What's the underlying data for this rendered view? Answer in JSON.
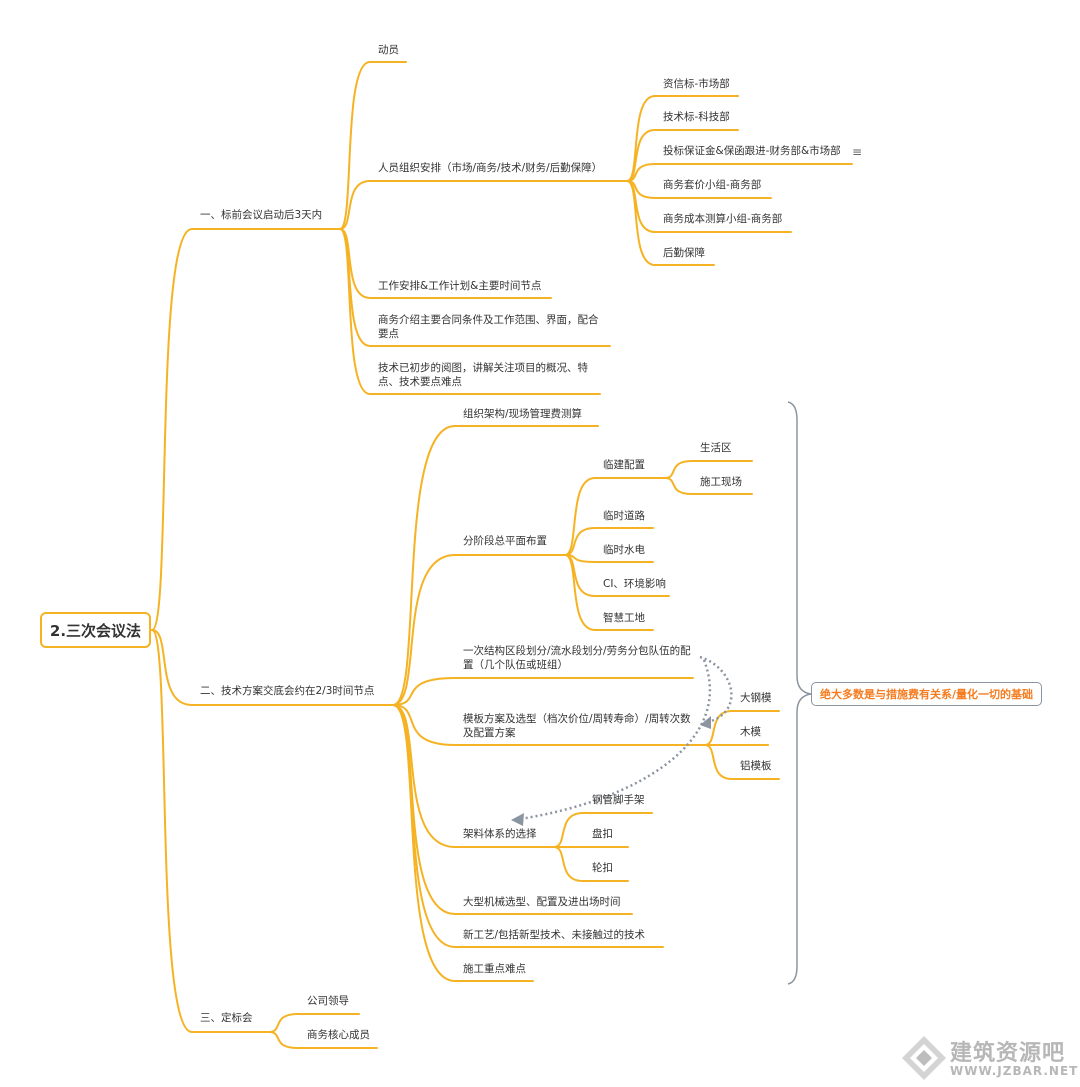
{
  "colors": {
    "branch": "#f5b324",
    "callout_text": "#f57c1f",
    "bracket": "#8b95a1",
    "relation": "#8b95a1"
  },
  "root": "2.三次会议法",
  "b1": {
    "label": "一、标前会议启动后3天内",
    "c1": "动员",
    "c2": "人员组织安排（市场/商务/技术/财务/后勤保障）",
    "c2_children": [
      "资信标-市场部",
      "技术标-科技部",
      "投标保证金&保函跟进-财务部&市场部",
      "商务套价小组-商务部",
      "商务成本测算小组-商务部",
      "后勤保障"
    ],
    "c3": "工作安排&工作计划&主要时间节点",
    "c4": "商务介绍主要合同条件及工作范围、界面，配合要点",
    "c5": "技术已初步的阅图，讲解关注项目的概况、特点、技术要点难点"
  },
  "b2": {
    "label": "二、技术方案交底会约在2/3时间节点",
    "c1": "组织架构/现场管理费测算",
    "c2": "分阶段总平面布置",
    "c2_a": "临建配置",
    "c2_a_children": [
      "生活区",
      "施工现场"
    ],
    "c2_others": [
      "临时道路",
      "临时水电",
      "CI、环境影响",
      "智慧工地"
    ],
    "c3": "一次结构区段划分/流水段划分/劳务分包队伍的配置（几个队伍或班组）",
    "c4": "模板方案及选型（档次价位/周转寿命）/周转次数及配置方案",
    "c4_children": [
      "大钢模",
      "木模",
      "铝模板"
    ],
    "c5": "架料体系的选择",
    "c5_children": [
      "钢管脚手架",
      "盘扣",
      "轮扣"
    ],
    "c6": "大型机械选型、配置及进出场时间",
    "c7": "新工艺/包括新型技术、未接触过的技术",
    "c8": "施工重点难点"
  },
  "b3": {
    "label": "三、定标会",
    "children": [
      "公司领导",
      "商务核心成员"
    ]
  },
  "callout": "绝大多数是与措施费有关系/量化一切的基础",
  "watermark": {
    "title": "建筑资源吧",
    "url": "WWW.JZBAR.NET"
  },
  "icons": {
    "note": "note-icon",
    "watermark_logo": "diamond-logo-icon"
  }
}
